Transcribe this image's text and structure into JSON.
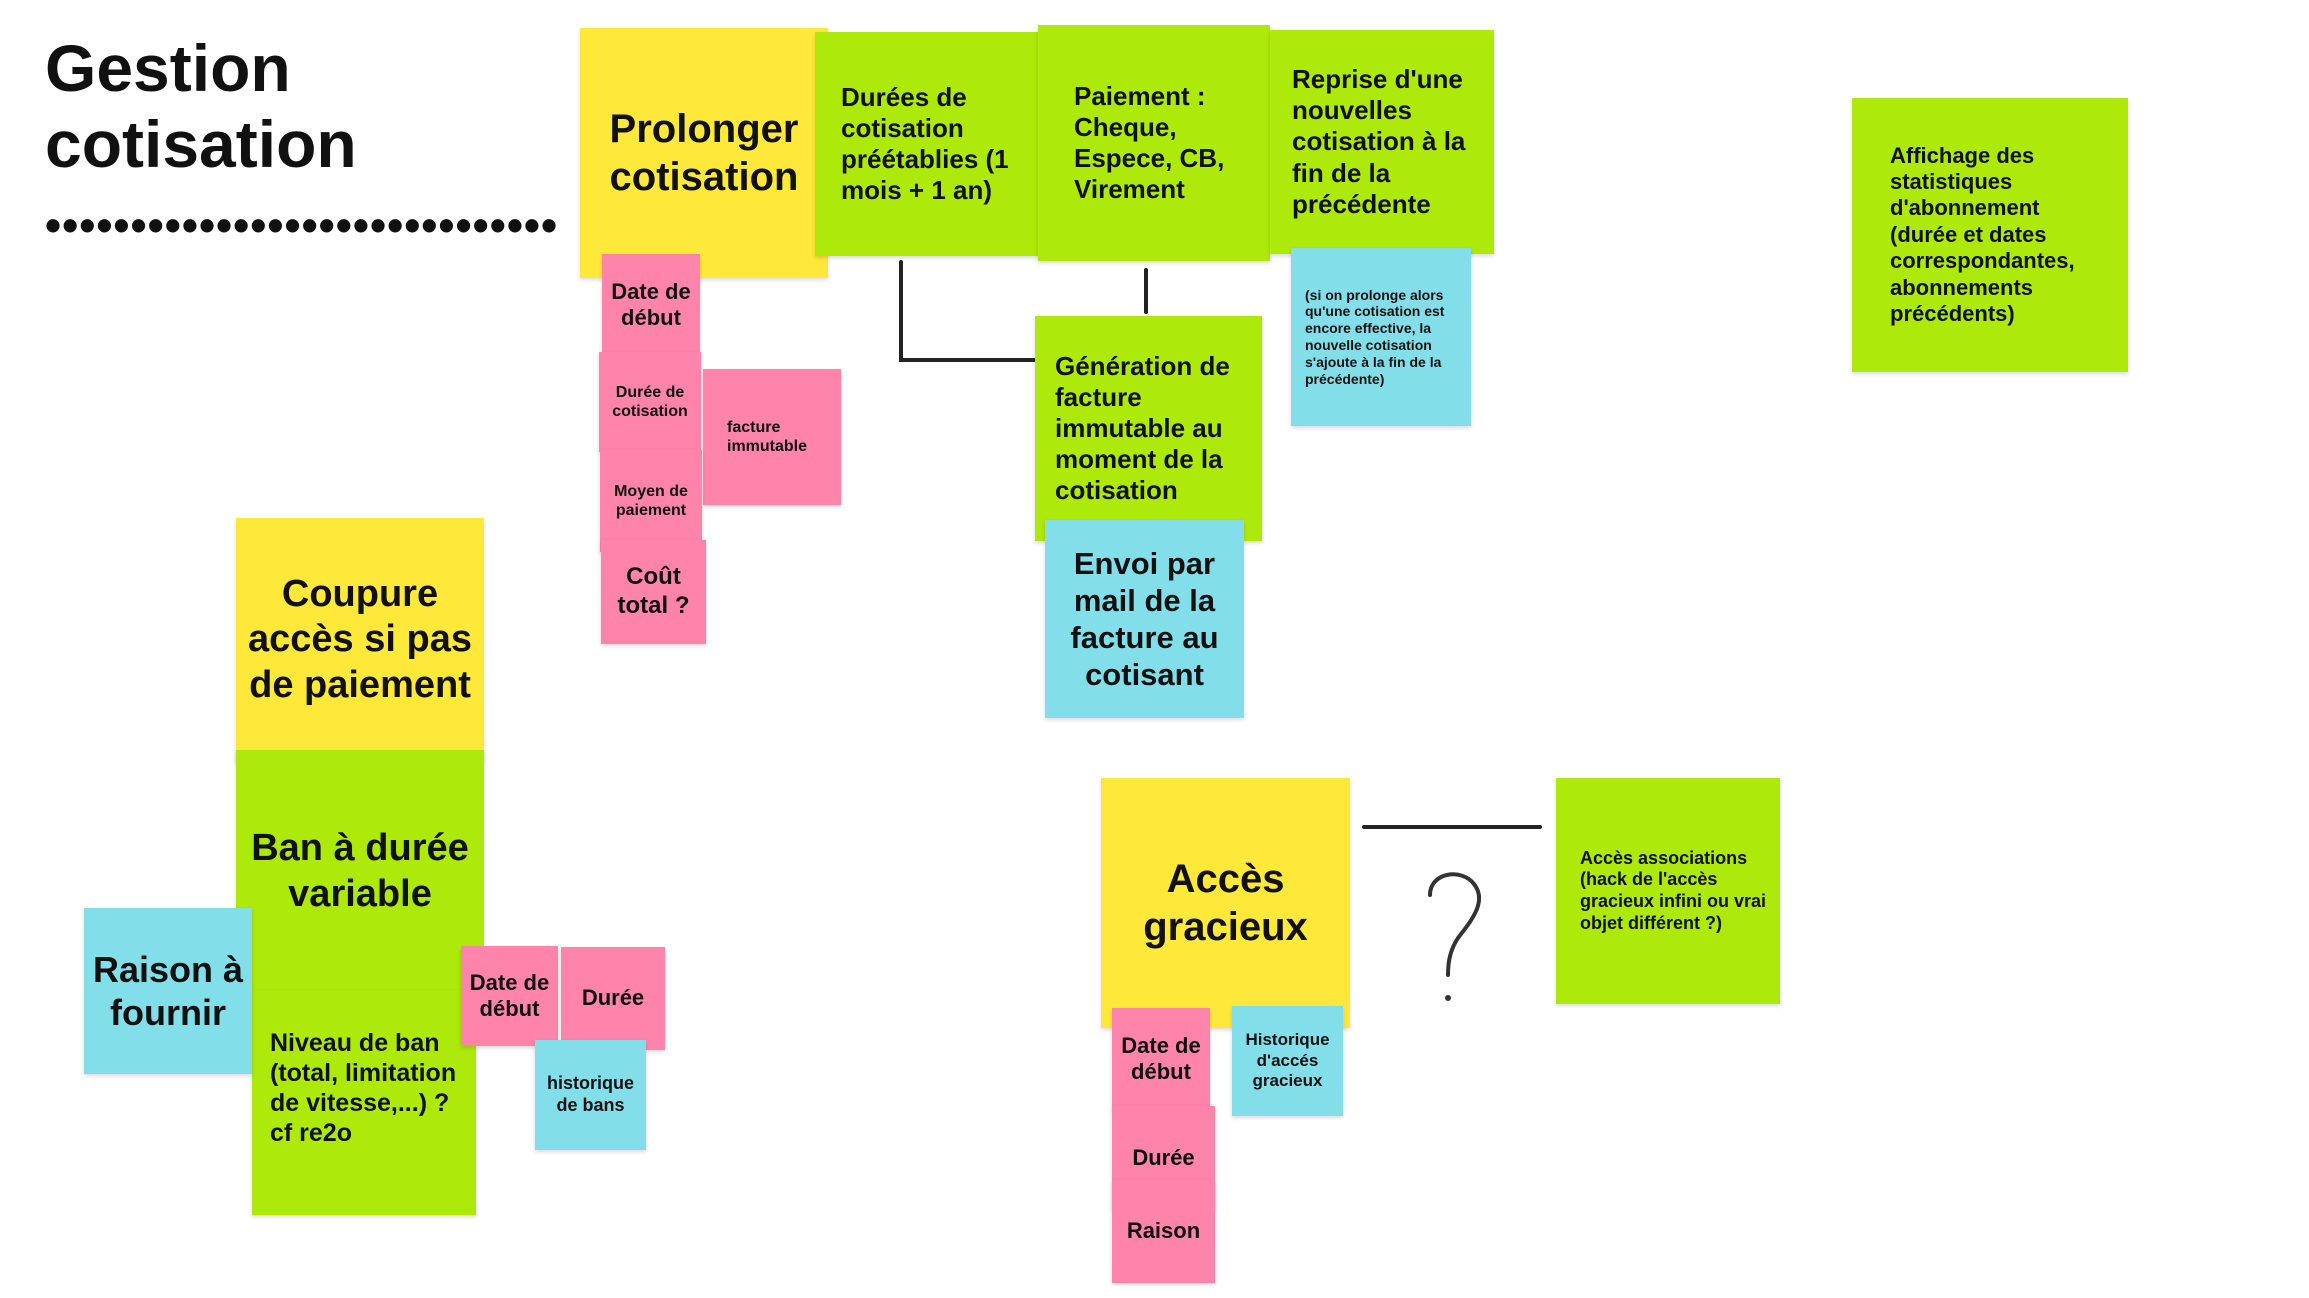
{
  "title": "Gestion cotisation",
  "separator": "••••••••••••••••••••••••••••••",
  "notes": {
    "prolonger": "Prolonger cotisation",
    "durees": "Durées de cotisation préétablies (1 mois + 1 an)",
    "paiement": "Paiement : Cheque, Espece, CB, Virement",
    "reprise": "Reprise d'une nouvelles cotisation à la fin de la précédente",
    "reprise_detail": "(si on prolonge alors qu'une cotisation est encore effective, la nouvelle cotisation s'ajoute à la fin de la précédente)",
    "affichage": "Affichage des statistiques d'abonnement (durée et dates correspondantes, abonnements précédents)",
    "p_date_debut": "Date de début",
    "p_duree": "Durée de cotisation",
    "p_facture": "facture immutable",
    "p_moyen": "Moyen de paiement",
    "p_cout": "Coût total ?",
    "generation": "Génération de facture immutable au moment de la cotisation",
    "envoi": "Envoi par mail de la facture au cotisant",
    "coupure": "Coupure accès si pas de paiement",
    "ban": "Ban à durée variable",
    "niveau": "Niveau de ban (total, limitation de vitesse,...) ? cf re2o",
    "raison": "Raison à fournir",
    "b_date_debut": "Date de début",
    "b_duree": "Durée",
    "b_historique": "historique de bans",
    "acces": "Accès gracieux",
    "g_date_debut": "Date de début",
    "g_historique": "Historique d'accés gracieux",
    "g_duree": "Durée",
    "g_raison": "Raison",
    "associations": "Accès associations (hack de l'accès gracieux infini ou vrai objet différent ?)",
    "question_mark": "?"
  },
  "colors": {
    "yellow": "#fee83a",
    "green": "#ade90a",
    "pink": "#fe84ab",
    "cyan": "#82dfe9"
  }
}
